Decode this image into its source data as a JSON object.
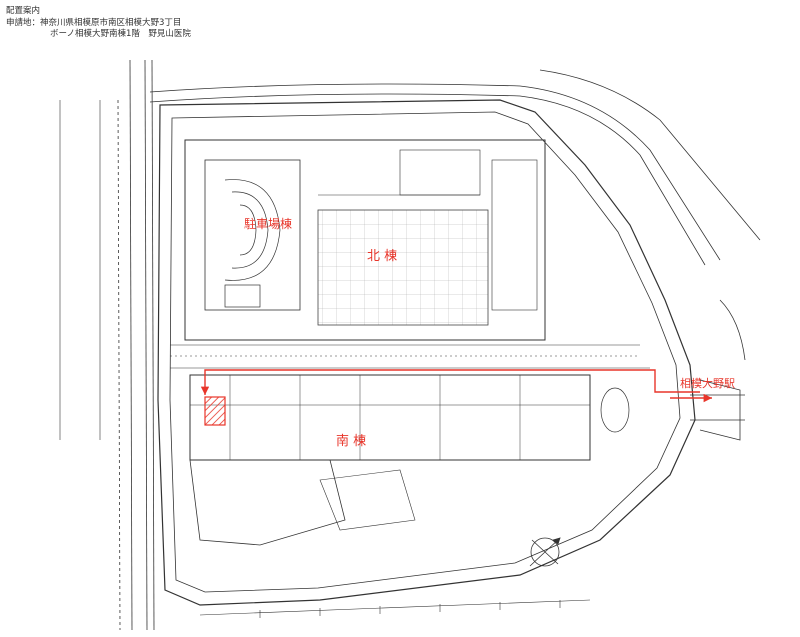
{
  "header": {
    "title": "配置案内",
    "address_line1": "申請地：神奈川県相模原市南区相模大野3丁目",
    "address_line2": "ボーノ相模大野南棟1階　野見山医院"
  },
  "labels": {
    "north_building": "北 棟",
    "south_building": "南 棟",
    "parking": "駐車場棟",
    "station": "相模大野駅"
  },
  "colors": {
    "route": "#e8352a",
    "line": "#333333"
  }
}
